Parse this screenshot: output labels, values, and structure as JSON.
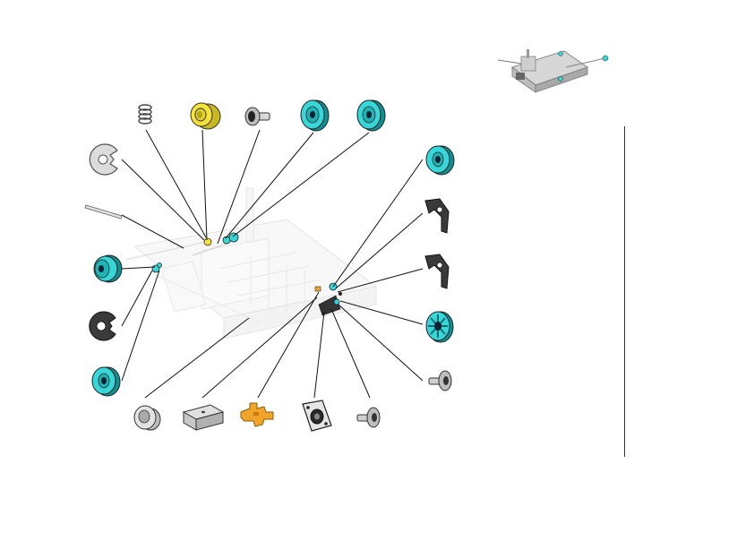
{
  "diagram": {
    "type": "exploded-parts-view",
    "colors": {
      "cyan": "#35d7d8",
      "cyan_dark": "#0f8e93",
      "yellow": "#f4e234",
      "orange": "#f0a52a",
      "gray": "#d2d2d2",
      "dark": "#222222",
      "line": "#111111",
      "chassis": "#e4e4e4"
    },
    "parts": [
      {
        "id": "e-ring-large",
        "icon": "e-clip-icon",
        "color": "gray"
      },
      {
        "id": "coil-spring",
        "icon": "spring-icon",
        "color": "gray"
      },
      {
        "id": "yellow-bushing",
        "icon": "bushing-icon",
        "color": "yellow"
      },
      {
        "id": "shoulder-screw-top",
        "icon": "screw-icon",
        "color": "gray"
      },
      {
        "id": "cyan-pulley-top-1",
        "icon": "pulley-icon",
        "color": "cyan"
      },
      {
        "id": "cyan-pulley-top-2",
        "icon": "pulley-icon",
        "color": "cyan"
      },
      {
        "id": "shaft-rod",
        "icon": "rod-icon",
        "color": "gray"
      },
      {
        "id": "cyan-gear-left",
        "icon": "gear-icon",
        "color": "cyan"
      },
      {
        "id": "e-ring-left",
        "icon": "e-clip-icon",
        "color": "dark"
      },
      {
        "id": "cyan-bearing-left",
        "icon": "bearing-icon",
        "color": "cyan"
      },
      {
        "id": "flanged-bushing",
        "icon": "bushing-icon",
        "color": "gray"
      },
      {
        "id": "rectangular-block",
        "icon": "block-icon",
        "color": "gray"
      },
      {
        "id": "orange-bracket",
        "icon": "bracket-icon",
        "color": "orange"
      },
      {
        "id": "mounting-plate",
        "icon": "plate-icon",
        "color": "dark"
      },
      {
        "id": "shoulder-screw-bottom",
        "icon": "screw-icon",
        "color": "gray"
      },
      {
        "id": "cyan-bearing-right",
        "icon": "bearing-icon",
        "color": "cyan"
      },
      {
        "id": "hook-clip-1",
        "icon": "hook-icon",
        "color": "dark"
      },
      {
        "id": "hook-clip-2",
        "icon": "hook-icon",
        "color": "dark"
      },
      {
        "id": "cyan-spoked-wheel",
        "icon": "wheel-icon",
        "color": "cyan"
      },
      {
        "id": "shoulder-screw-right",
        "icon": "screw-icon",
        "color": "gray"
      }
    ],
    "thumbnail": {
      "id": "assembly-overview",
      "icon": "assembly-icon"
    }
  }
}
